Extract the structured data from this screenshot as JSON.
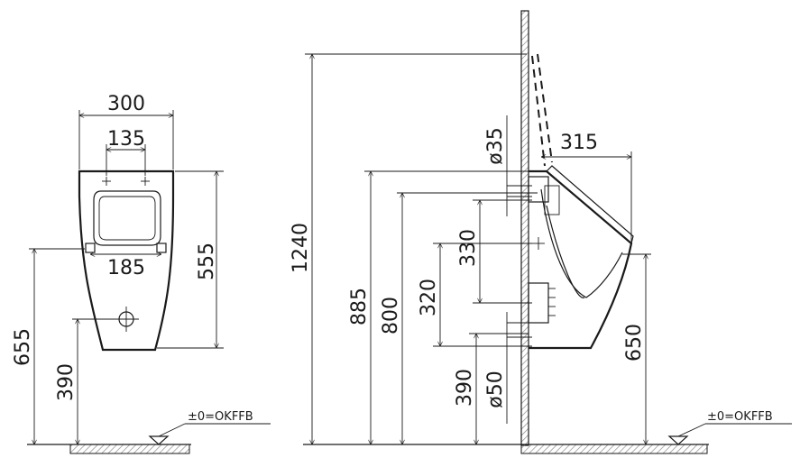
{
  "front_view": {
    "width_overall": "300",
    "width_top_holes": "135",
    "width_side_holes": "185",
    "height_body": "555",
    "height_total_from_floor": "655",
    "height_outlet": "390",
    "floor_label": "±0=OKFFB"
  },
  "side_view": {
    "height_inlet_top": "1240",
    "height_rim": "885",
    "height_inlet": "800",
    "dist_330": "330",
    "dist_320": "320",
    "height_outlet": "390",
    "inlet_diameter": "ø35",
    "outlet_diameter": "ø50",
    "projection": "315",
    "height_front_rim": "650",
    "floor_label": "±0=OKFFB"
  },
  "colors": {
    "line": "#1a1a1a",
    "hatch": "#9a9a9a",
    "background": "#ffffff"
  }
}
